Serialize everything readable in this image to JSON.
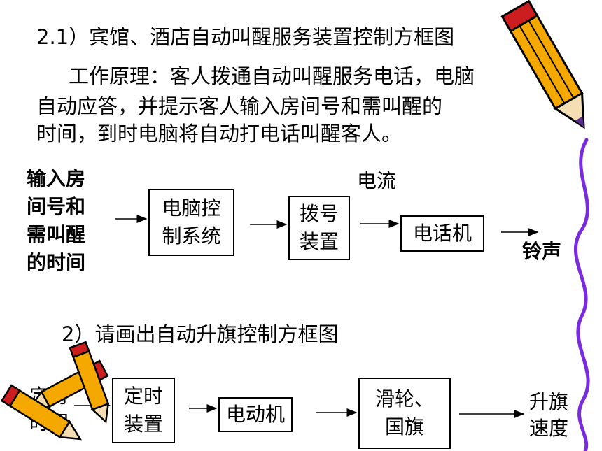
{
  "section1": {
    "title": "2.1）宾馆、酒店自动叫醒服务装置控制方框图",
    "paragraph_lines": [
      "工作原理：客人拨通自动叫醒服务电话，电脑",
      "自动应答，并提示客人输入房间号和需叫醒的",
      "时间，到时电脑将自动打电话叫醒客人。"
    ],
    "diagram": {
      "input_label": "输入房\n间号和\n需叫醒\n的时间",
      "blocks": [
        "电脑控\n制系统",
        "拨号\n装置",
        "电话机"
      ],
      "current_label": "电流",
      "output_label": "铃声"
    }
  },
  "section2": {
    "title": "2）请画出自动升旗控制方框图",
    "diagram": {
      "input_label": "定时\n时间",
      "blocks": [
        "定时\n装置",
        "电动机",
        "滑轮、\n国旗"
      ],
      "output_label": "升旗\n速度"
    }
  },
  "colors": {
    "pencil_body": "#F5A800",
    "pencil_outline": "#000000",
    "eraser": "#CC1E1E",
    "wavy_line": "#7A2BE0"
  },
  "icons": [
    "pencil-icon",
    "crossed-pencils-icon"
  ]
}
